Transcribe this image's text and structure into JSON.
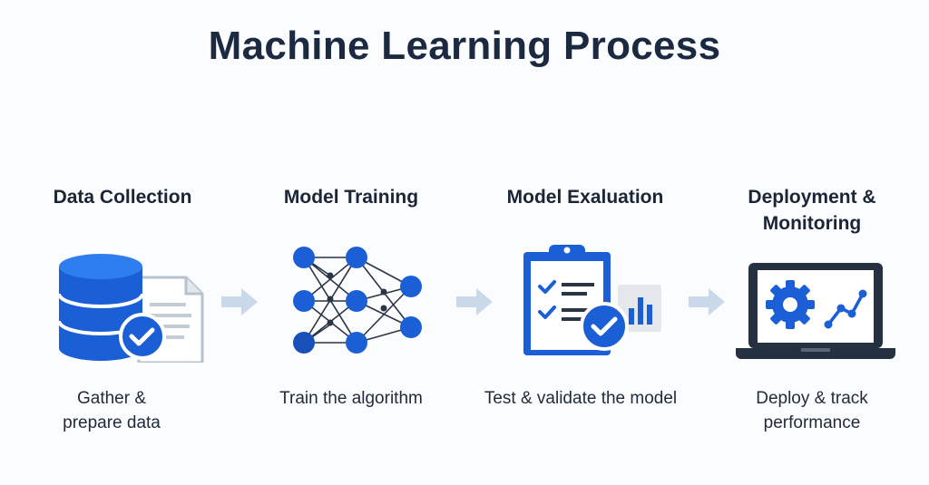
{
  "title": "Machine Learning Process",
  "colors": {
    "accent": "#1a5fd6",
    "accent_light": "#2f7ef0",
    "dark": "#253040",
    "arrow": "#c9d9ea",
    "paper": "#e7ebf0"
  },
  "steps": [
    {
      "title": "Data Collection",
      "description": "Gather &\nprepare data",
      "icon": "database-icon"
    },
    {
      "title": "Model Training",
      "description": "Train the algorithm",
      "icon": "neural-network-icon"
    },
    {
      "title": "Model Exaluation",
      "description": "Test & validate the model",
      "icon": "clipboard-check-icon"
    },
    {
      "title": "Deployment &\nMonitoring",
      "description": "Deploy & track\nperformance",
      "icon": "laptop-monitoring-icon"
    }
  ]
}
